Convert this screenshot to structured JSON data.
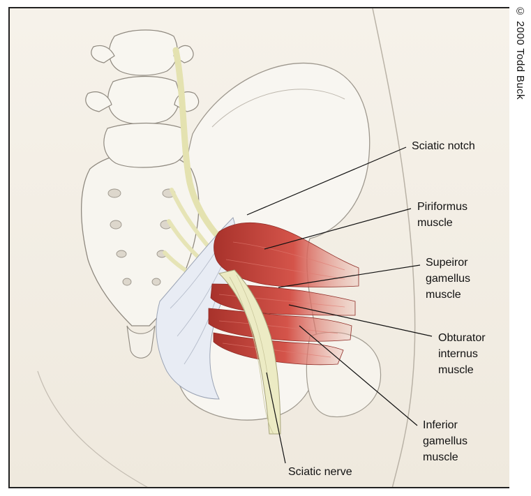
{
  "copyright": "© 2000 Todd Buck",
  "labels": {
    "sciatic_notch": "Sciatic notch",
    "piriformus": [
      "Piriformus",
      "muscle"
    ],
    "superior_gamellus": [
      "Supeiror",
      "gamellus",
      "muscle"
    ],
    "obturator_internus": [
      "Obturator",
      "internus",
      "muscle"
    ],
    "inferior_gamellus": [
      "Inferior",
      "gamellus",
      "muscle"
    ],
    "sciatic_nerve": "Sciatic nerve"
  },
  "colors": {
    "background": "#f4efe6",
    "bone": "#f7f5ef",
    "ligament": "#e9edf5",
    "muscle": "#c9453a",
    "nerve": "#ecebc4",
    "leader": "#111111"
  }
}
